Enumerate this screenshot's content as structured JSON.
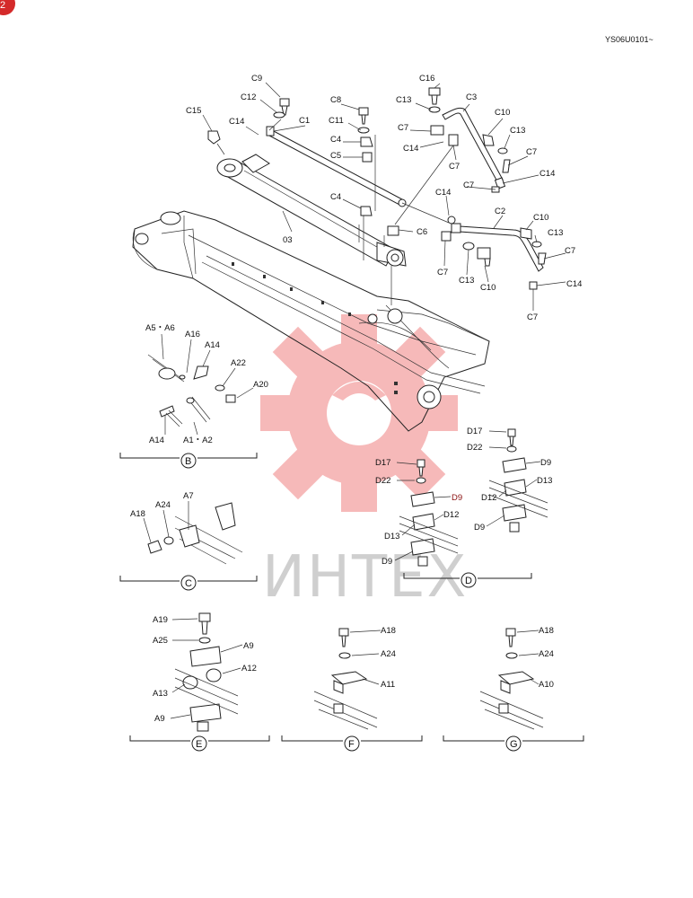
{
  "document": {
    "code": "YS06U0101~",
    "corner_badge": "2"
  },
  "watermark": {
    "text": "ИНТЕХ",
    "color": "#f08080",
    "text_color": "#cfcfcf"
  },
  "main_labels": {
    "c9": "C9",
    "c12": "C12",
    "c15": "C15",
    "c14a": "C14",
    "c1": "C1",
    "c8": "C8",
    "c11": "C11",
    "c4a": "C4",
    "c5": "C5",
    "c4b": "C4",
    "c6": "C6",
    "p03": "03",
    "c16": "C16",
    "c13a": "C13",
    "c3": "C3",
    "c7a": "C7",
    "c14b": "C14",
    "c7b": "C7",
    "c10a": "C10",
    "c13b": "C13",
    "c7c": "C7",
    "c14c": "C14",
    "c14d": "C14",
    "c7d": "C7",
    "c2": "C2",
    "c10b": "C10",
    "c13c": "C13",
    "c7e": "C7",
    "c7f": "C7",
    "c13d": "C13",
    "c10c": "C10",
    "c14e": "C14",
    "c7g": "C7"
  },
  "section_b": {
    "letter": "B",
    "a5a6": "A5・A6",
    "a16": "A16",
    "a14a": "A14",
    "a22": "A22",
    "a20": "A20",
    "a14b": "A14",
    "a1a2": "A1・A2"
  },
  "section_c": {
    "letter": "C",
    "a18": "A18",
    "a24": "A24",
    "a7": "A7"
  },
  "section_d": {
    "letter": "D",
    "d17a": "D17",
    "d22a": "D22",
    "d9a": "D9",
    "d12a": "D12",
    "d13a": "D13",
    "d9b": "D9",
    "d17b": "D17",
    "d22b": "D22",
    "d9c": "D9",
    "d13b": "D13",
    "d12b": "D12",
    "d9d": "D9"
  },
  "section_e": {
    "letter": "E",
    "a19": "A19",
    "a25": "A25",
    "a9a": "A9",
    "a12": "A12",
    "a13": "A13",
    "a9b": "A9"
  },
  "section_f": {
    "letter": "F",
    "a18": "A18",
    "a24": "A24",
    "a11": "A11"
  },
  "section_g": {
    "letter": "G",
    "a18": "A18",
    "a24": "A24",
    "a10": "A10"
  }
}
